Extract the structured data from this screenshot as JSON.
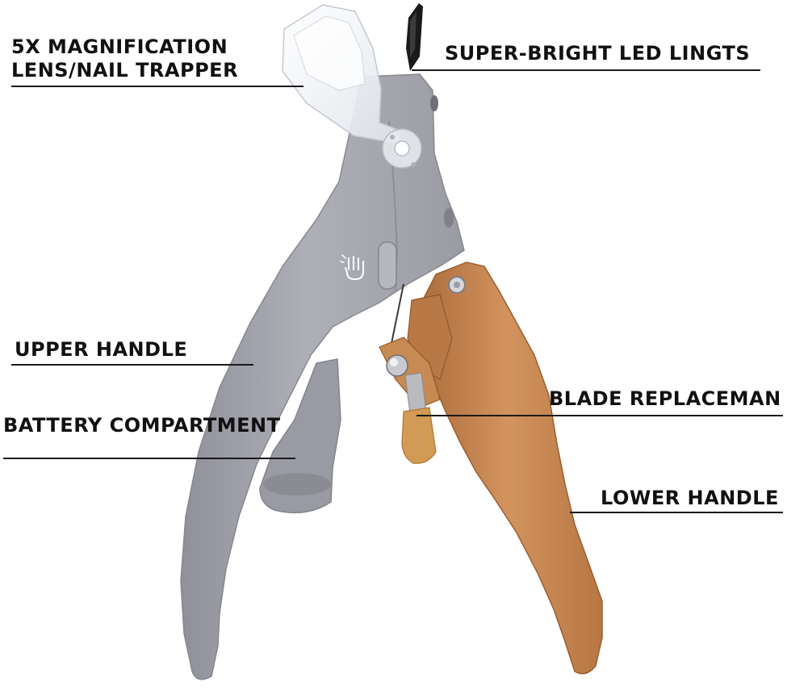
{
  "labels": {
    "magnifier_line1": "5X MAGNIFICATION",
    "magnifier_line2": "LENS/NAIL TRAPPER",
    "led": "SUPER-BRIGHT LED LINGTS",
    "upper_handle": "UPPER HANDLE",
    "battery": "BATTERY COMPARTMENT",
    "blade": "BLADE REPLACEMAN",
    "lower_handle": "LOWER HANDLE"
  },
  "colors": {
    "upper_handle_body": "#a5a6ae",
    "upper_handle_shade": "#8f9099",
    "lower_handle_body": "#c98a55",
    "lower_handle_shade": "#a96a3a",
    "blade_tip": "#d19a55",
    "lens": "#eef1f4",
    "led_strip": "#1a1a1a",
    "callout_line": "#1a1a1a",
    "label_text": "#111111"
  },
  "icons": [
    "hand-touch-icon",
    "pivot-screw-icon",
    "led-light-icon"
  ]
}
